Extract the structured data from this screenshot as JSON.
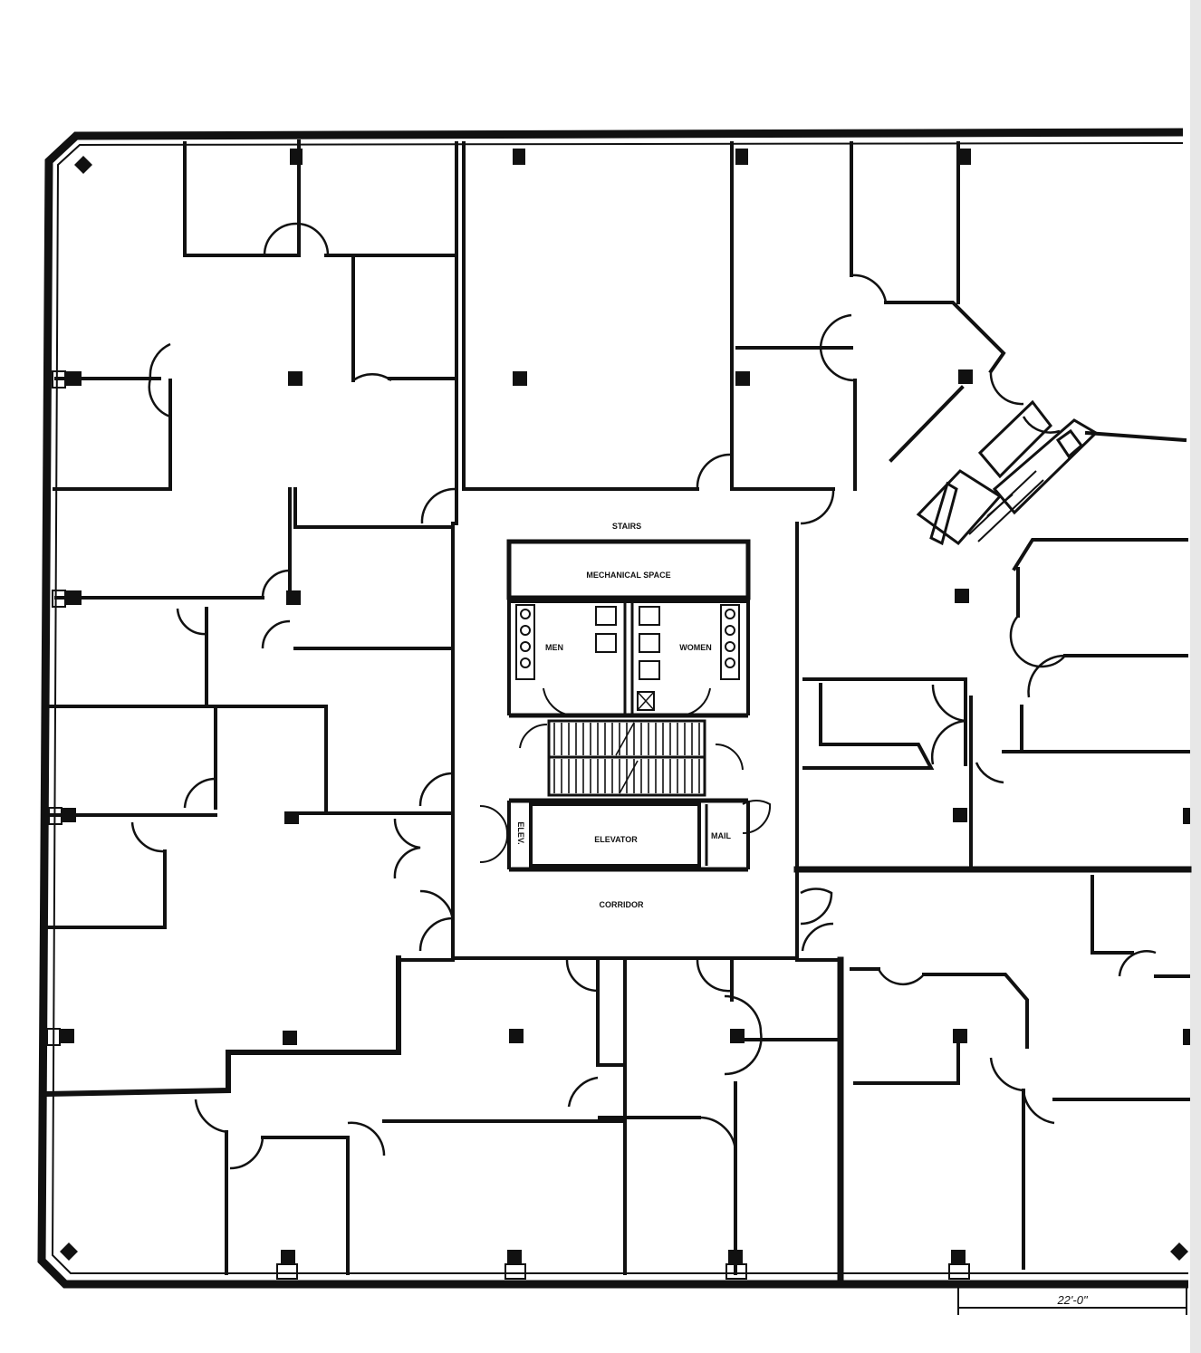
{
  "core_labels": {
    "stairs": "STAIRS",
    "mechanical": "MECHANICAL SPACE",
    "men": "MEN",
    "women": "WOMEN",
    "elev": "ELEV.",
    "elevator": "ELEVATOR",
    "mail": "MAIL",
    "corridor": "CORRIDOR"
  },
  "scale_note": "22'-0\"",
  "colors": {
    "ink": "#111111",
    "paper": "#ffffff"
  }
}
